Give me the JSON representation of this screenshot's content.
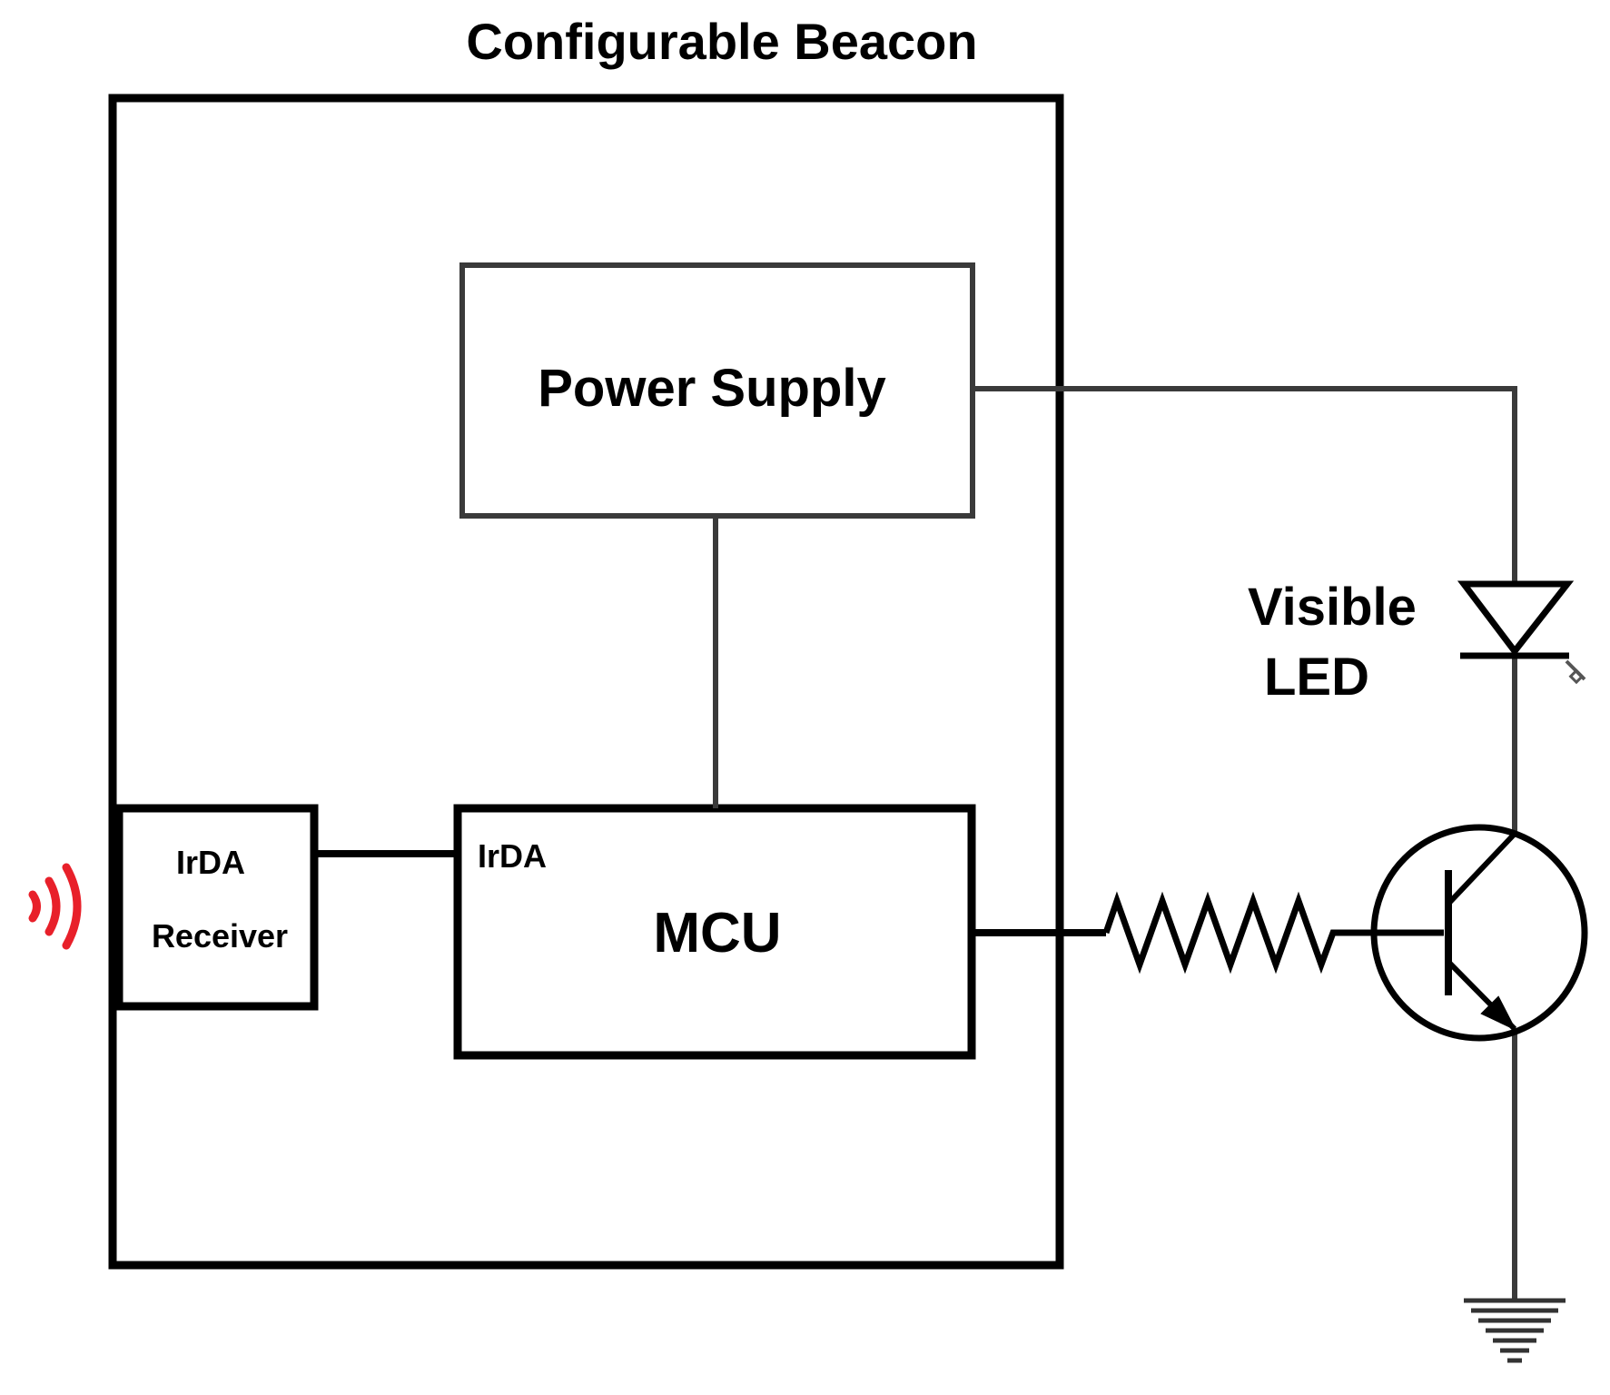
{
  "title": "Configurable Beacon",
  "blocks": {
    "power_supply": "Power Supply",
    "mcu": "MCU",
    "mcu_port": "IrDA",
    "irda_receiver_line1": "IrDA",
    "irda_receiver_line2": "Receiver"
  },
  "components": {
    "led_line1": "Visible",
    "led_line2": "LED"
  },
  "colors": {
    "lines": "#000000",
    "ir_signal": "#e8202a"
  },
  "icons": [
    "ir-signal-icon",
    "led-icon",
    "resistor-icon",
    "transistor-icon",
    "ground-icon"
  ]
}
